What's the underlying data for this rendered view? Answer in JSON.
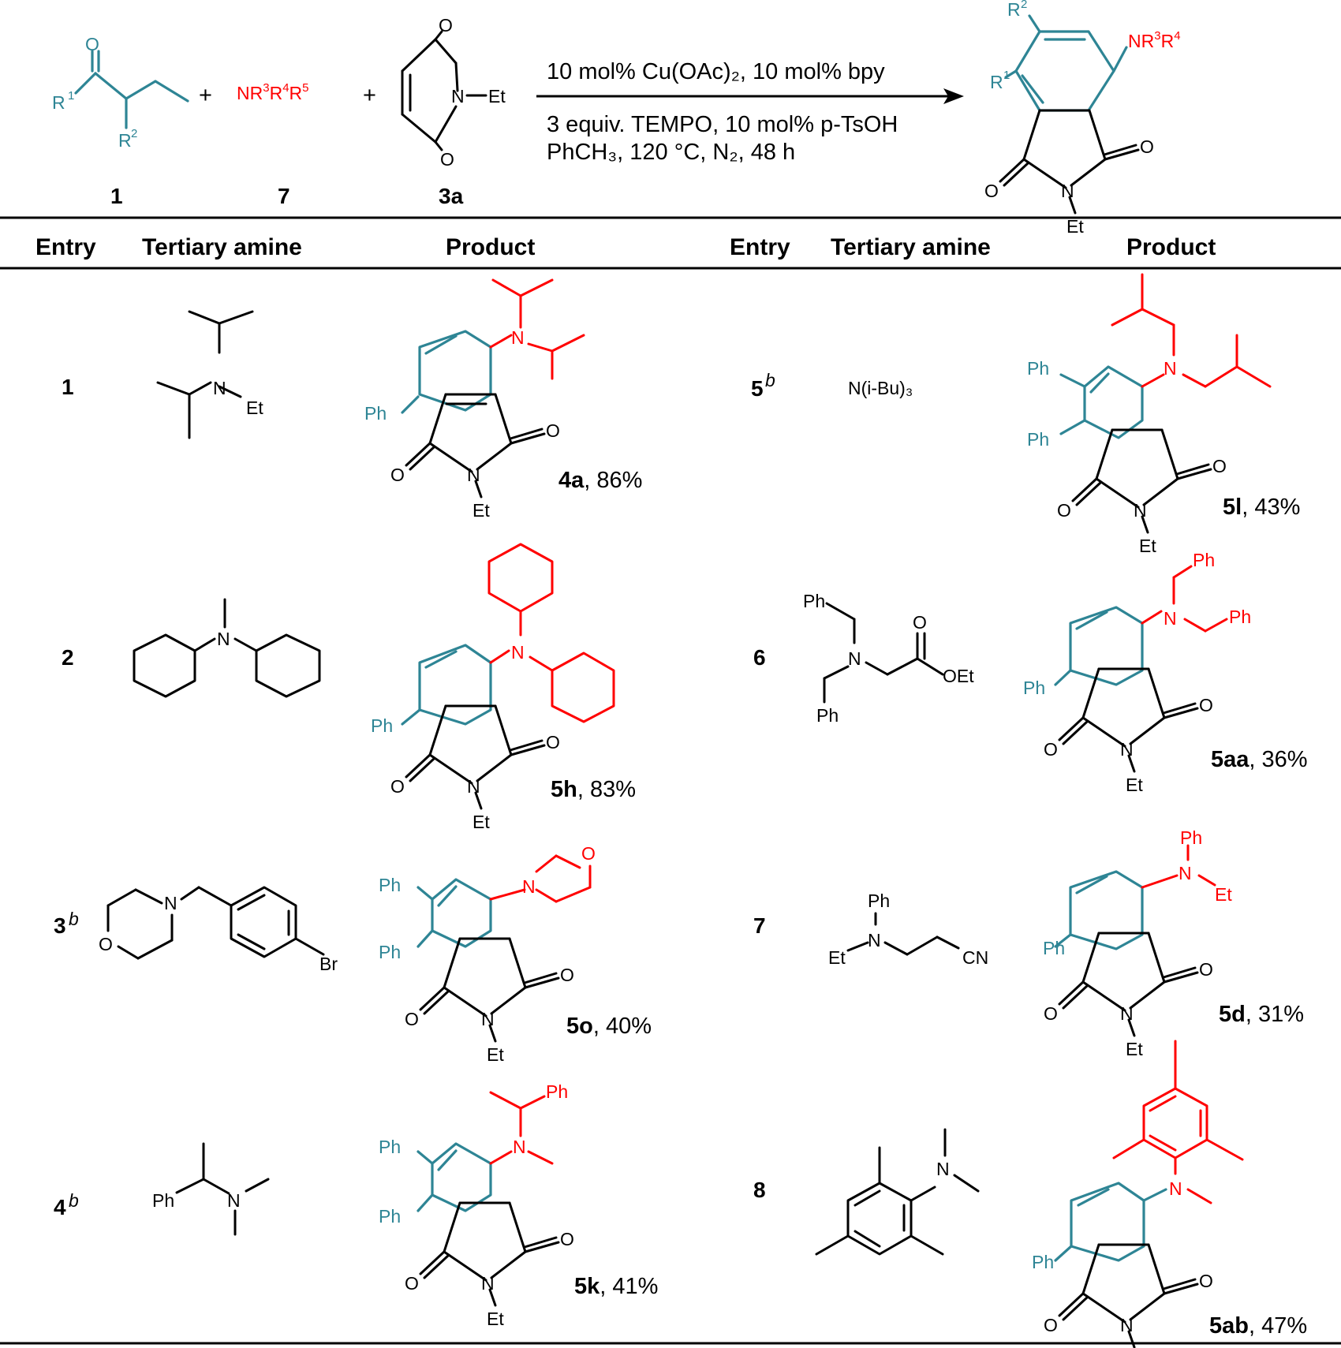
{
  "scheme": {
    "reactant1_label": "1",
    "reactant2_formula": "NR³R⁴R⁵",
    "reactant2_label": "7",
    "reactant3_label": "3a",
    "plus": "+",
    "conditions_line1": "10 mol% Cu(OAc)₂, 10 mol% bpy",
    "conditions_line2": "3 equiv. TEMPO, 10 mol% p-TsOH",
    "conditions_line3": "PhCH₃, 120 °C, N₂, 48 h",
    "product_amine": "NR³R⁴"
  },
  "table": {
    "headers": [
      "Entry",
      "Tertiary amine",
      "Product",
      "Entry",
      "Tertiary amine",
      "Product"
    ],
    "rows": [
      {
        "entry": "1",
        "note": "",
        "amine": "",
        "product": "4a",
        "yield": "86%"
      },
      {
        "entry": "2",
        "note": "",
        "amine": "",
        "product": "5h",
        "yield": "83%"
      },
      {
        "entry": "3",
        "note": "b",
        "amine": "",
        "product": "5o",
        "yield": "40%"
      },
      {
        "entry": "4",
        "note": "b",
        "amine": "",
        "product": "5k",
        "yield": "41%"
      },
      {
        "entry": "5",
        "note": "b",
        "amine": "N(i-Bu)₃",
        "product": "5l",
        "yield": "43%"
      },
      {
        "entry": "6",
        "note": "",
        "amine": "",
        "product": "5aa",
        "yield": "36%"
      },
      {
        "entry": "7",
        "note": "",
        "amine": "",
        "product": "5d",
        "yield": "31%"
      },
      {
        "entry": "8",
        "note": "",
        "amine": "",
        "product": "5ab",
        "yield": "47%"
      }
    ]
  },
  "colors": {
    "core": "#2e8595",
    "amine": "#ff0000",
    "text": "#000000"
  }
}
